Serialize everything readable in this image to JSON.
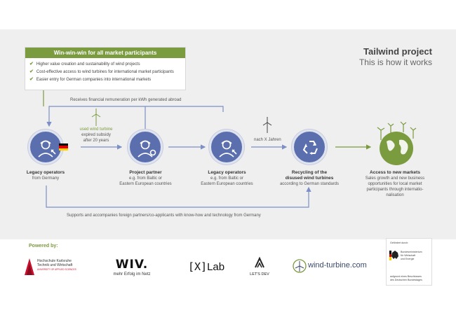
{
  "win_win": {
    "title": "Win-win-win for all market participants",
    "items": [
      "Higher value creation and sustainability of wind projects",
      "Cost-effective access to wind turbines for international market participants",
      "Easier entry for German companies into international markets"
    ]
  },
  "header": {
    "title": "Tailwind project",
    "subtitle": "This is how it works"
  },
  "flow": {
    "top_arrow_label": "Receives financial remuneration per kWh generated abroad",
    "bottom_arrow_label": "Supports and accompanies foreign partners/co-applicants with know-how and technology from Germany",
    "used_turbine_label": [
      "used wind turbine",
      "expired subsidy",
      "after 20 years"
    ],
    "after_years_label": "nach X Jahren",
    "nodes": [
      {
        "title": "Legacy operators",
        "lines": [
          "from Germany"
        ]
      },
      {
        "title": "Project partner",
        "lines": [
          "e.g. from Baltic or",
          "Eastern European countries"
        ]
      },
      {
        "title": "Legacy operators",
        "lines": [
          "e.g. from Baltic or",
          "Eastern European countries"
        ]
      },
      {
        "title": "Recycling of the",
        "title2": "disused wind turbines",
        "lines": [
          "according to German standards"
        ]
      },
      {
        "title": "Access to new markets",
        "lines": [
          "Sales growth and new business",
          "opportunities for local market",
          "participants through internatio-",
          "nalisation"
        ]
      }
    ]
  },
  "powered_by": {
    "label": "Powered by:",
    "logos": {
      "hka": [
        "Hochschule Karlsruhe",
        "Technik und Wirtschaft",
        "UNIVERSITY OF APPLIED SCIENCES"
      ],
      "wiv": "WIV.",
      "wiv_tagline": "mehr Erfolg im Netz",
      "xlab_left": "[X]",
      "xlab_right": "Lab",
      "letsdev": "LET'S DEV",
      "windturbine": "wind-turbine.com"
    },
    "federal": {
      "top": "Gefördert durch:",
      "ministry": [
        "Bundesministerium",
        "für Wirtschaft",
        "und Energie"
      ],
      "bottom": [
        "aufgrund eines Beschlusses",
        "des Deutschen Bundestages"
      ]
    }
  },
  "colors": {
    "accent_green": "#7b9b3f",
    "node_blue": "#5b6faf",
    "line_blue": "#7c8fc6",
    "panel_bg": "#efefef"
  }
}
